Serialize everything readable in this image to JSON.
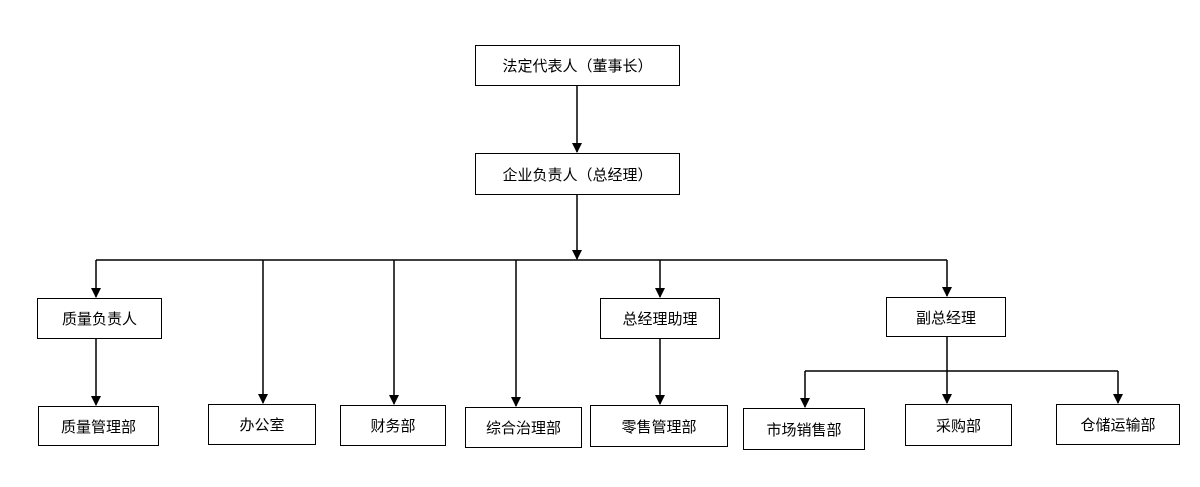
{
  "org_chart": {
    "nodes": {
      "legal_representative": "法定代表人（董事长）",
      "enterprise_head": "企业负责人（总经理）",
      "quality_head": "质量负责人",
      "gm_assistant": "总经理助理",
      "deputy_gm": "副总经理",
      "quality_management_dept": "质量管理部",
      "office": "办公室",
      "finance_dept": "财务部",
      "comprehensive_governance_dept": "综合治理部",
      "retail_management_dept": "零售管理部",
      "marketing_sales_dept": "市场销售部",
      "purchasing_dept": "采购部",
      "storage_transport_dept": "仓储运输部"
    },
    "line_color": "#000000",
    "border_color": "#000000"
  }
}
